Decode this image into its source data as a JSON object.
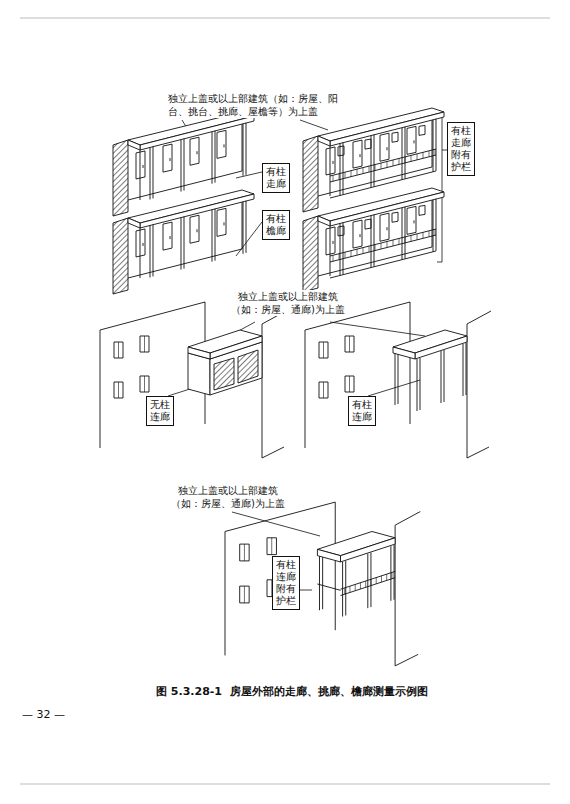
{
  "diagram": {
    "caption": "图 5.3.28-1  房屋外部的走廊、挑廊、檐廊测量示例图",
    "nodes": [
      {
        "text": [
          "有柱走廊"
        ]
      },
      {
        "text": [
          "有柱走廊附有护栏"
        ]
      },
      {
        "text": [
          "有柱檐廊"
        ]
      },
      {
        "text": [
          "无柱连廊"
        ]
      },
      {
        "text": [
          "有柱连廊"
        ]
      },
      {
        "text": [
          "有柱连廊附有护栏"
        ]
      }
    ],
    "labels": [
      "独立上盖或以上部建筑（如：房屋、阳台、挑台、挑廊、屋檐等）为上盖",
      "独立上盖或以上部建筑（如：房屋、通廊)为上盖",
      "独立上盖或以上部建筑（如：房屋、通廊)为上盖",
      "— 32 —"
    ]
  }
}
